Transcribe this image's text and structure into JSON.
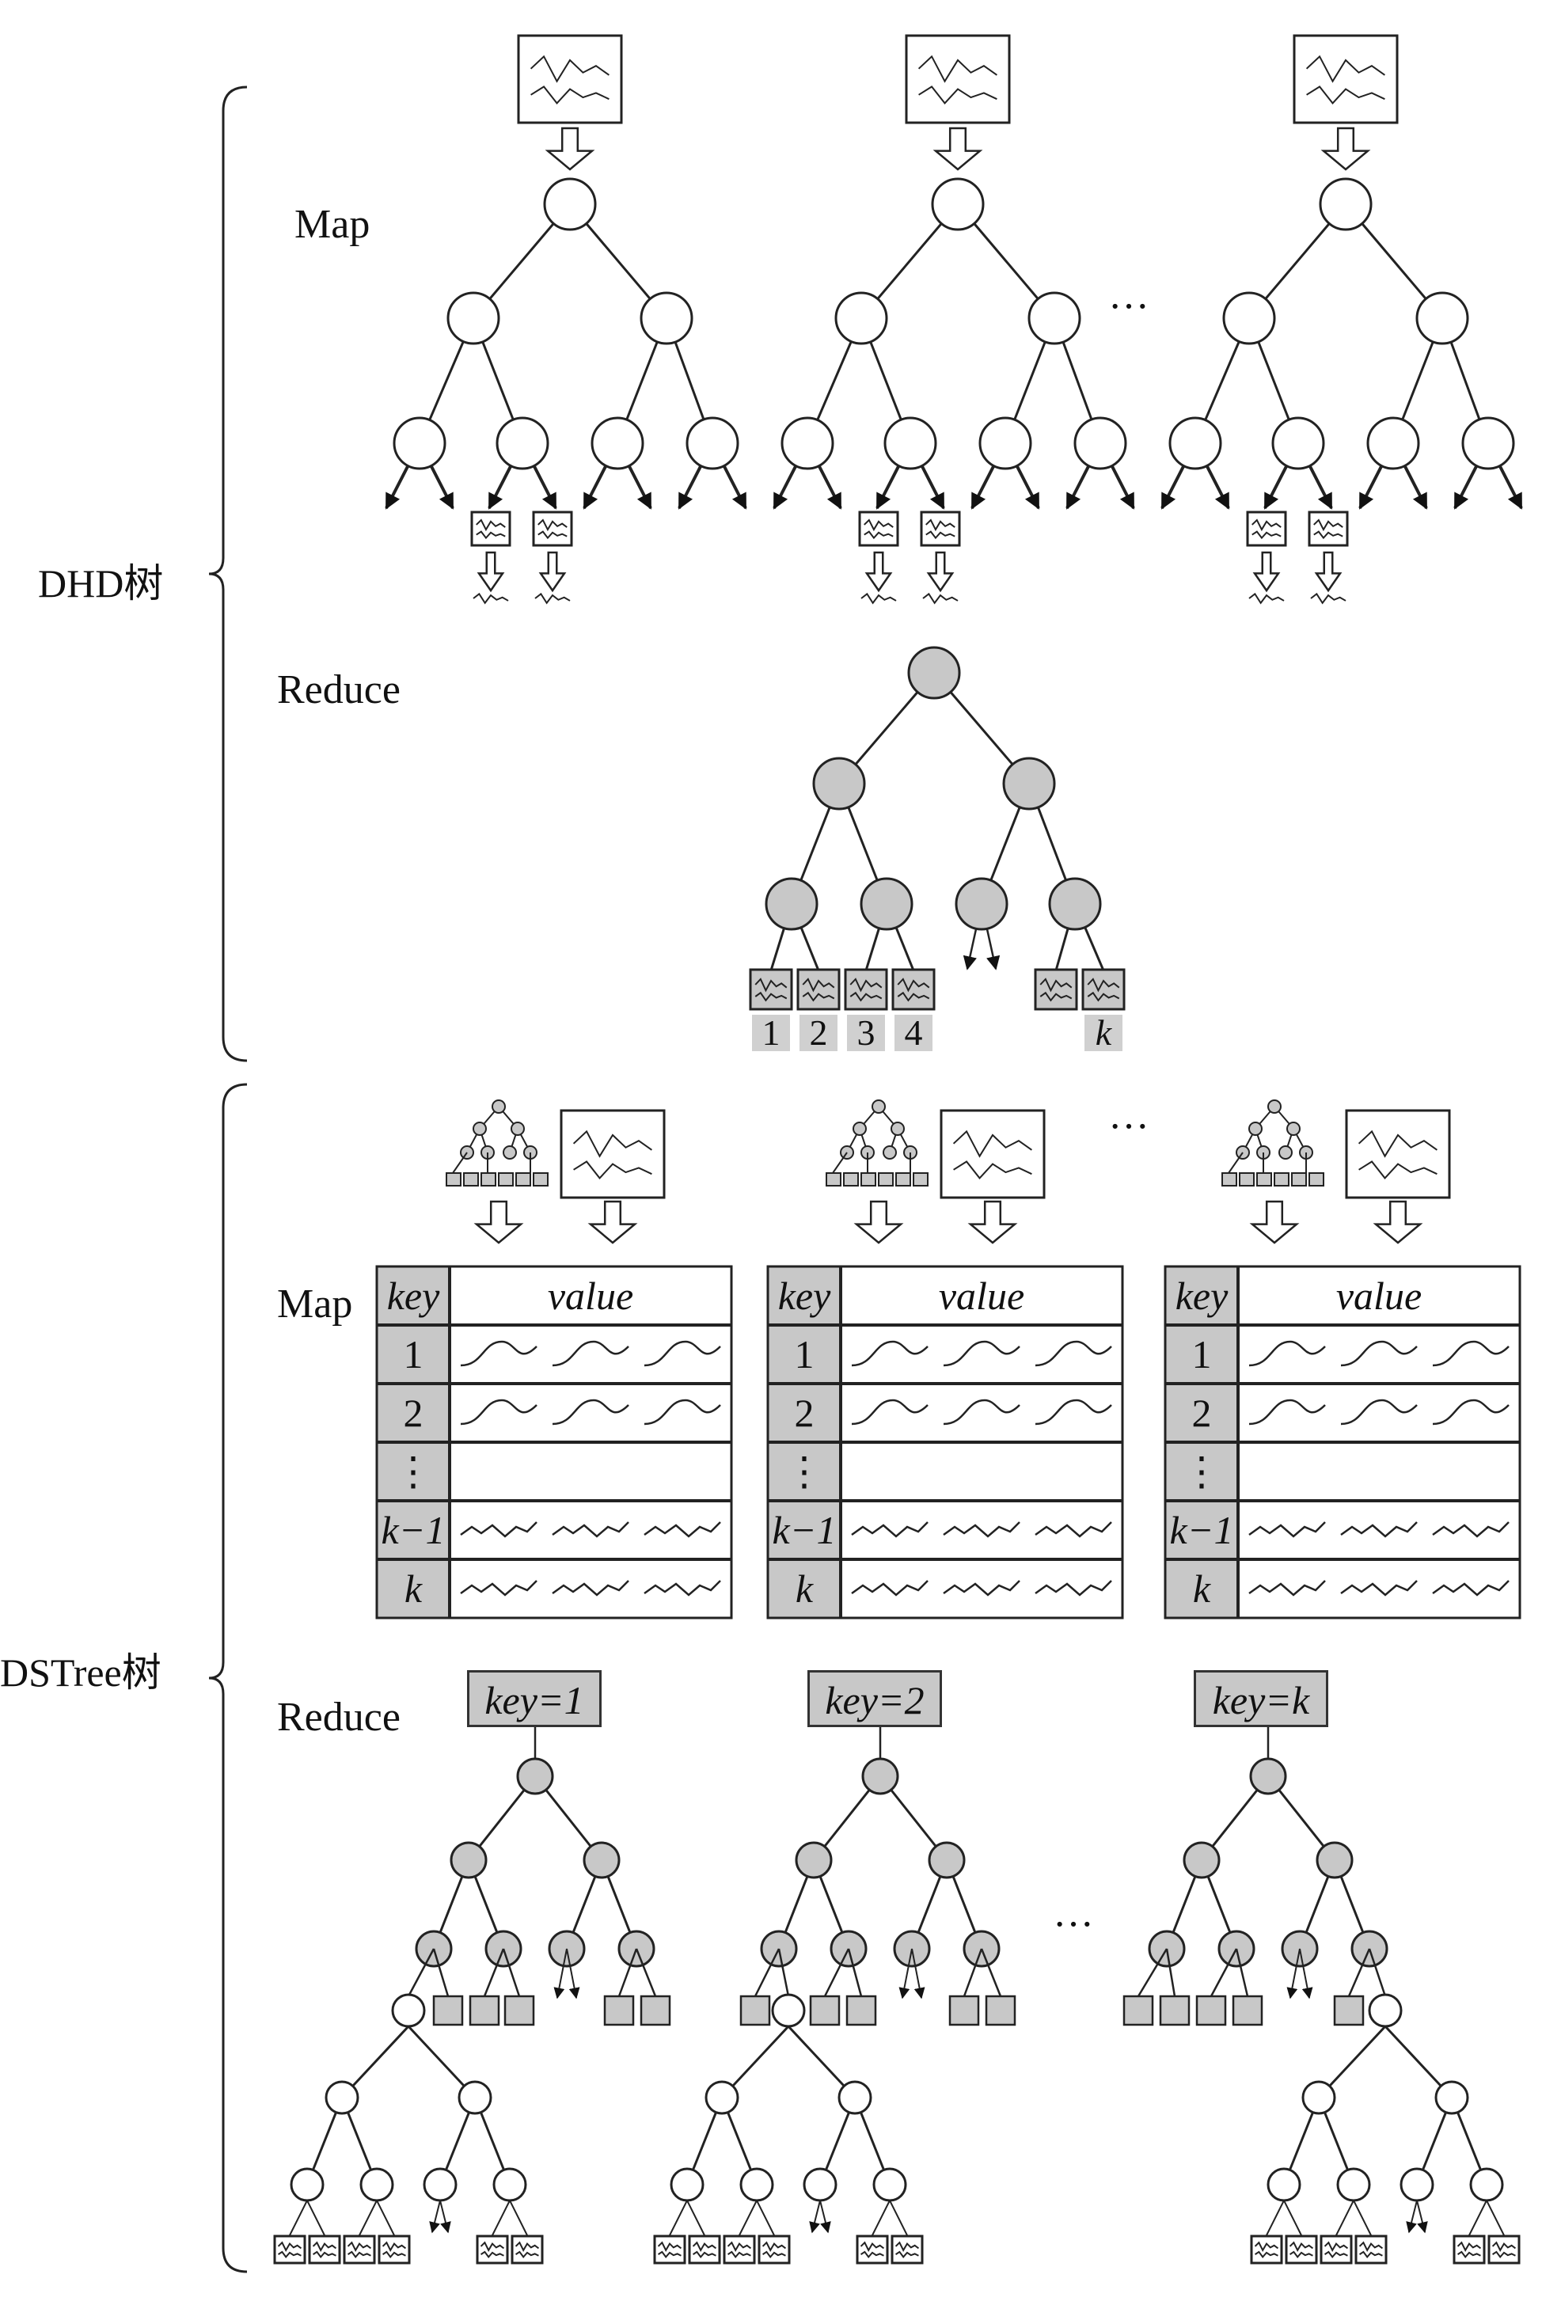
{
  "side_labels": {
    "top": "DHD树",
    "bottom": "DSTree树"
  },
  "phase_labels": {
    "dhd_map": "Map",
    "dhd_reduce": "Reduce",
    "ds_map": "Map",
    "ds_reduce": "Reduce"
  },
  "ellipsis": "···",
  "dhd_reduce_leaves": [
    "1",
    "2",
    "3",
    "4",
    "k"
  ],
  "table": {
    "key_header": "key",
    "value_header": "value",
    "row_keys": [
      "1",
      "2",
      "⋮",
      "k−1",
      "k"
    ]
  },
  "reduce_keys": [
    "key=1",
    "key=2",
    "key=k"
  ],
  "colors": {
    "gray_fill": "#c8c8c8",
    "line": "#222222"
  }
}
